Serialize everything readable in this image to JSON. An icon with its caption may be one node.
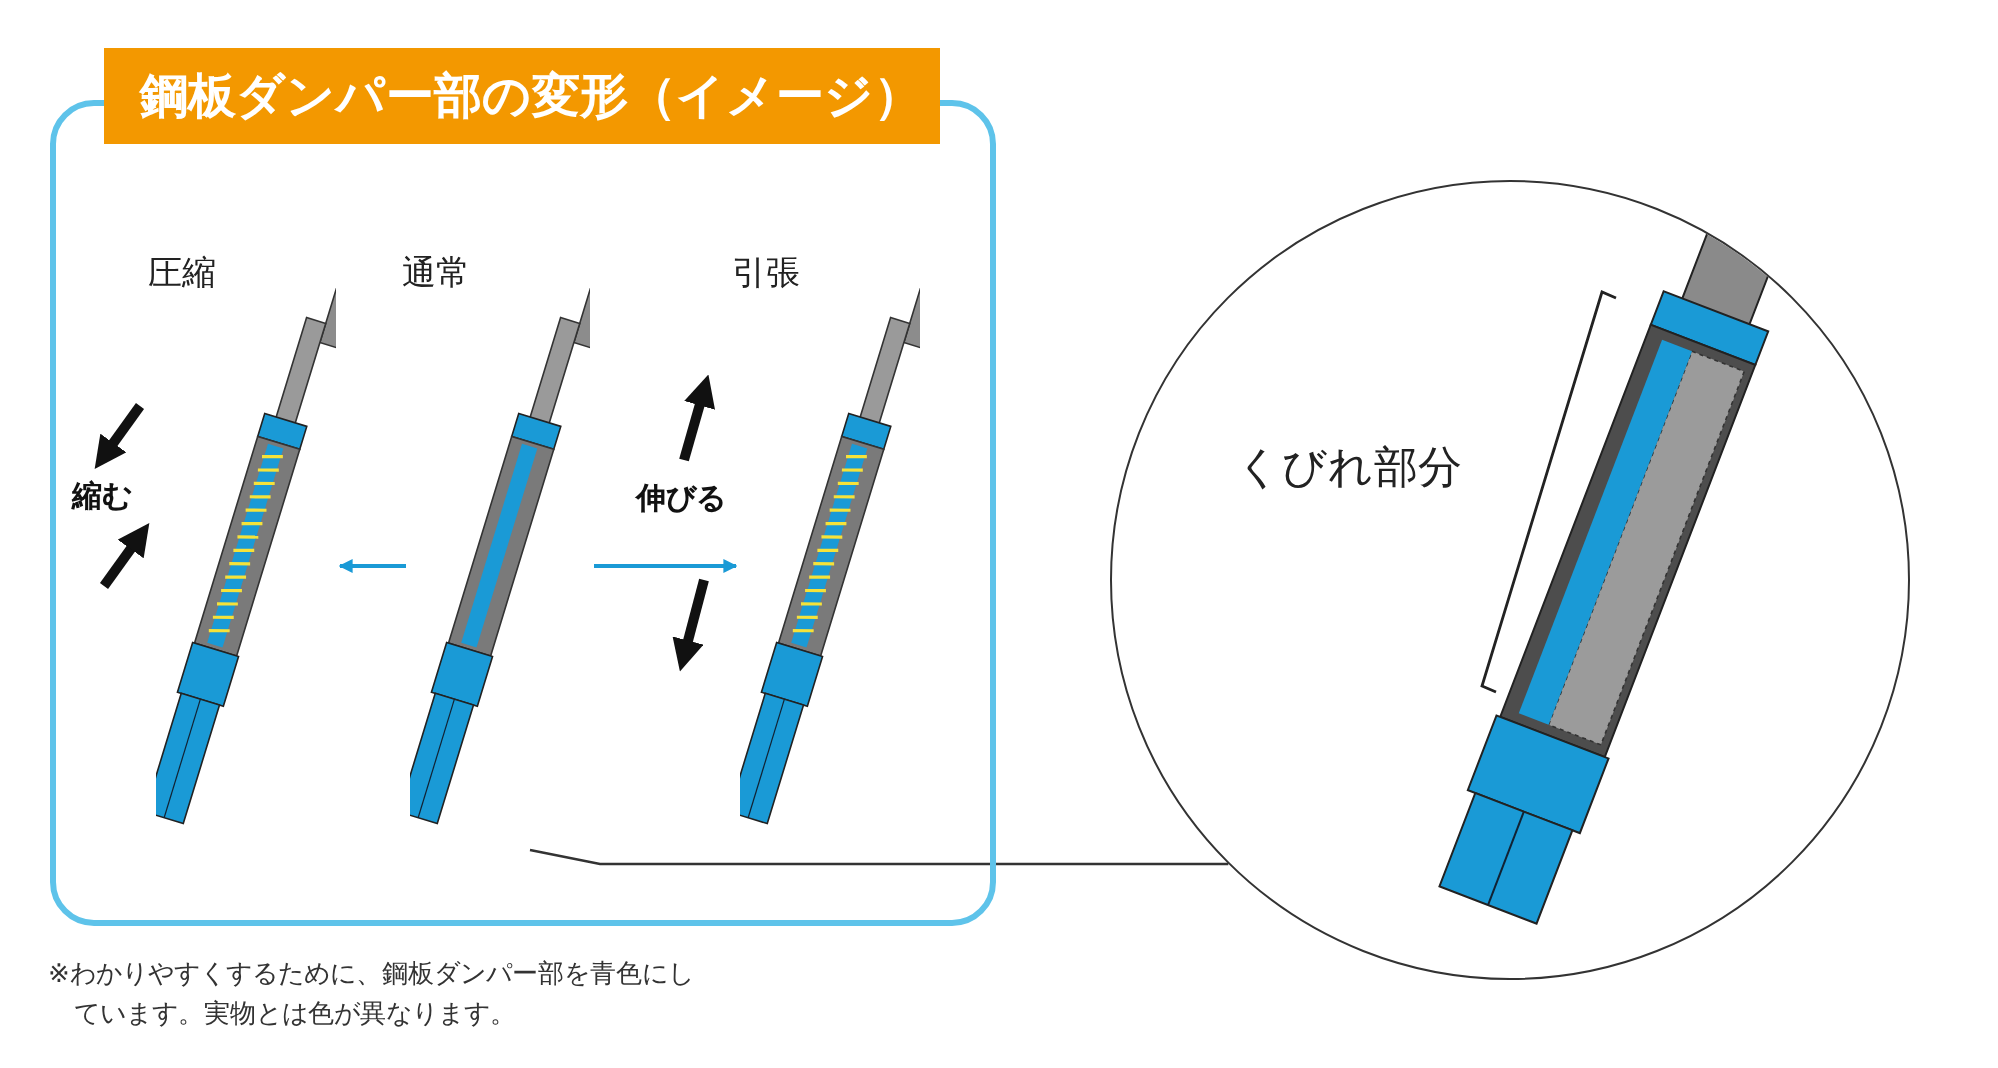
{
  "diagram": {
    "nodes": [
      {
        "text": [
          "鋼板ダンパー部の変形（イメージ）"
        ]
      },
      {
        "text": [],
        "shape": "picture",
        "in": 0,
        "beside": [
          "圧縮",
          "縮む"
        ]
      },
      {
        "text": [],
        "shape": "picture",
        "in": 0,
        "beside": [
          "通常"
        ]
      },
      {
        "text": [],
        "shape": "picture",
        "in": 0,
        "beside": [
          "引張",
          "伸びる"
        ]
      },
      {
        "text": [
          "くびれ部分"
        ]
      }
    ],
    "edges": [
      {
        "from": 2,
        "to": 1,
        "arrow": "to"
      },
      {
        "from": 2,
        "to": 3,
        "arrow": "to"
      },
      {
        "from": 2,
        "to": 4,
        "arrow": "none",
        "color": "#333333"
      }
    ],
    "caption": "※わかりやすくするために、鋼板ダンパー部を青色にしています。実物とは色が異なります。"
  }
}
